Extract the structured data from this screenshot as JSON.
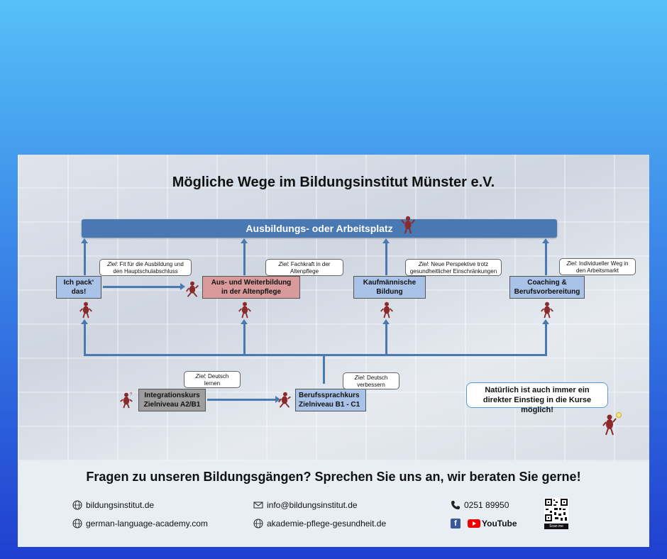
{
  "title": "Mögliche Wege im Bildungsinstitut Münster e.V.",
  "top_bar": "Ausbildungs- oder Arbeitsplatz",
  "boxes": {
    "ich_pack": "Ich pack‘ das!",
    "altenpflege_1": "Aus- und Weiterbildung",
    "altenpflege_2": "in der Altenpflege",
    "kaufm_1": "Kaufmännische",
    "kaufm_2": "Bildung",
    "coaching_1": "Coaching &",
    "coaching_2": "Berufsvorbereitung",
    "integration_1": "Integrationskurs",
    "integration_2": "Zielniveau A2/B1",
    "beruf_1": "Berufssprachkurs",
    "beruf_2": "Zielniveau B1 - C1"
  },
  "callouts": {
    "ziel_label": "Ziel",
    "c1_a": ": Fit für die Ausbildung und",
    "c1_b": "den Hauptschulabschluss",
    "c2_a": ": Fachkraft in der",
    "c2_b": "Altenpflege",
    "c3_a": ": Neue Perspektive trotz",
    "c3_b": "gesundheitlicher Einschränkungen",
    "c4_a": ": Individueller Weg in",
    "c4_b": "den Arbeitsmarkt",
    "c5_a": ": Deutsch",
    "c5_b": "lernen",
    "c6_a": ": Deutsch",
    "c6_b": "verbessern",
    "big": "Natürlich ist auch immer ein direkter Einstieg in die Kurse möglich!"
  },
  "footer": {
    "heading": "Fragen zu unseren Bildungsgängen? Sprechen Sie uns an, wir beraten Sie gerne!",
    "web1": "bildungsinstitut.de",
    "web2": "german-language-academy.com",
    "email": "info@bildungsinstitut.de",
    "web3": "akademie-pflege-gesundheit.de",
    "phone": "0251 89950",
    "youtube": "YouTube",
    "facebook_icon": "facebook-icon",
    "youtube_icon": "youtube-icon",
    "scan": "Scan me"
  },
  "colors": {
    "bar": "#4a78b3",
    "box_blue": "#a9c2e8",
    "box_pink": "#d89a9a",
    "box_grey": "#9e9e9e",
    "figure": "#8b2a2a"
  }
}
